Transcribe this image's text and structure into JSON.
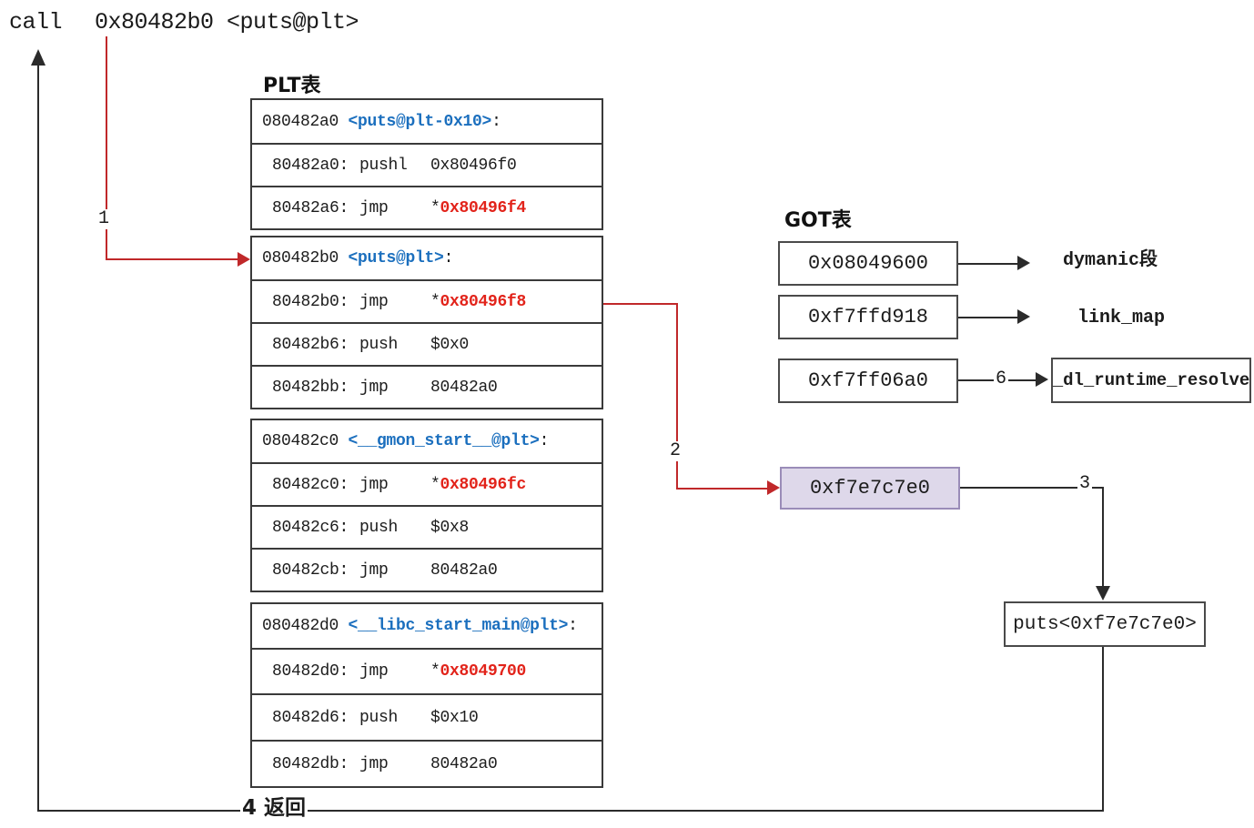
{
  "headline": {
    "instr": "call",
    "operand": "0x80482b0 <puts@plt>"
  },
  "plt": {
    "label": "PLT表",
    "colon": ":",
    "star": "*",
    "groups": [
      {
        "rows": [
          {
            "addr": "080482a0",
            "name": "<puts@plt-0x10>"
          },
          {
            "addr": "80482a0:",
            "mn": "pushl",
            "op": "0x80496f0"
          },
          {
            "addr": "80482a6:",
            "mn": "jmp",
            "op": "0x80496f4"
          }
        ]
      },
      {
        "rows": [
          {
            "addr": "080482b0",
            "name": "<puts@plt>"
          },
          {
            "addr": "80482b0:",
            "mn": "jmp",
            "op": "0x80496f8"
          },
          {
            "addr": "80482b6:",
            "mn": "push",
            "op": "$0x0"
          },
          {
            "addr": "80482bb:",
            "mn": "jmp",
            "op": "80482a0"
          }
        ]
      },
      {
        "rows": [
          {
            "addr": "080482c0",
            "name": "<__gmon_start__@plt>"
          },
          {
            "addr": "80482c0:",
            "mn": "jmp",
            "op": "0x80496fc"
          },
          {
            "addr": "80482c6:",
            "mn": "push",
            "op": "$0x8"
          },
          {
            "addr": "80482cb:",
            "mn": "jmp",
            "op": "80482a0"
          }
        ]
      },
      {
        "rows": [
          {
            "addr": "080482d0",
            "name": "<__libc_start_main@plt>"
          },
          {
            "addr": "80482d0:",
            "mn": "jmp",
            "op": "0x8049700"
          },
          {
            "addr": "80482d6:",
            "mn": "push",
            "op": "$0x10"
          },
          {
            "addr": "80482db:",
            "mn": "jmp",
            "op": "80482a0"
          }
        ]
      }
    ]
  },
  "got": {
    "label": "GOT表",
    "entries": [
      {
        "value": "0x08049600",
        "target": "dymanic段"
      },
      {
        "value": "0xf7ffd918",
        "target": "link_map"
      },
      {
        "value": "0xf7ff06a0",
        "target": "_dl_runtime_resolve"
      }
    ]
  },
  "resolved_value": "0xf7e7c7e0",
  "puts_box": "puts<0xf7e7c7e0>",
  "steps": {
    "s1": "1",
    "s2": "2",
    "s3": "3",
    "s4": "4  返回",
    "s6": "6"
  },
  "colors": {
    "blue": "#1b6fbe",
    "red_text": "#e2231a",
    "red_line": "#c0282a",
    "purple_fill": "#ded8ea",
    "purple_border": "#9a8cb8"
  }
}
